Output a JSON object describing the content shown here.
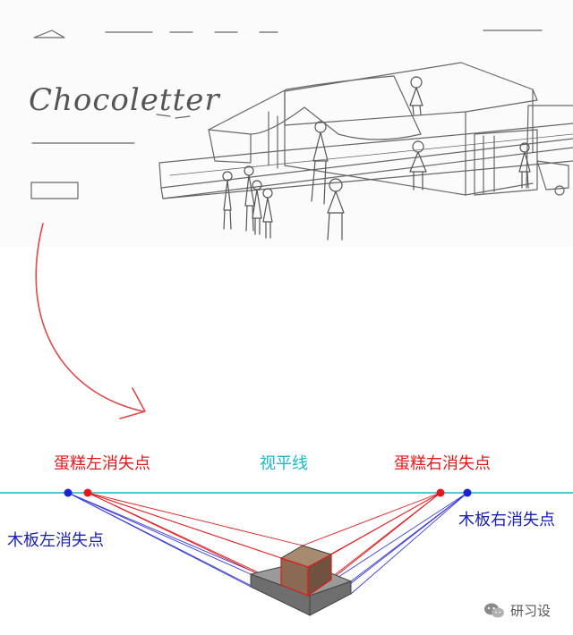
{
  "sketch": {
    "handwriting": "Chocoletter"
  },
  "diagram": {
    "labels": {
      "cake_left_vp": "蛋糕左消失点",
      "horizon": "视平线",
      "cake_right_vp": "蛋糕右消失点",
      "board_left_vp": "木板左消失点",
      "board_right_vp": "木板右消失点"
    },
    "colors": {
      "horizon": "#18b9c8",
      "cake_lines": "#e2191b",
      "board_lines": "#3a3ad8",
      "arrow": "#e04848",
      "cake_front": "#8a6a52",
      "cake_side": "#6f5340",
      "cake_top": "#a88a70",
      "board_front": "#6e6e6e",
      "board_top": "#9a9a9a"
    }
  },
  "watermark": {
    "icon": "wechat-icon",
    "text": "研习设"
  }
}
